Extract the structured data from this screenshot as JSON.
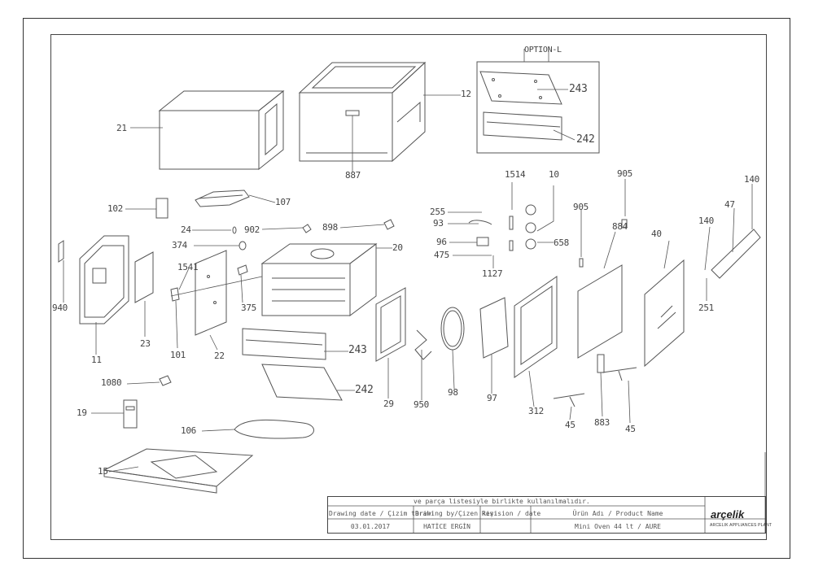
{
  "callouts": {
    "c21": "21",
    "c12": "12",
    "c887": "887",
    "c243a": "243",
    "c242a": "242",
    "c1514": "1514",
    "c10": "10",
    "c905a": "905",
    "c140a": "140",
    "c107": "107",
    "c102": "102",
    "c24": "24",
    "c902": "902",
    "c898": "898",
    "c374": "374",
    "c20": "20",
    "c255": "255",
    "c93": "93",
    "c96": "96",
    "c475": "475",
    "c1127": "1127",
    "c658": "658",
    "c905b": "905",
    "c884": "884",
    "c40": "40",
    "c47": "47",
    "c140b": "140",
    "c251": "251",
    "c940": "940",
    "c1541": "1541",
    "c375": "375",
    "c23": "23",
    "c101": "101",
    "c22": "22",
    "c11": "11",
    "c243b": "243",
    "c242b": "242",
    "c1080": "1080",
    "c29": "29",
    "c950": "950",
    "c98": "98",
    "c97": "97",
    "c312": "312",
    "c45a": "45",
    "c883": "883",
    "c45b": "45",
    "c19": "19",
    "c106": "106",
    "c15": "15",
    "option": "OPTION-L"
  },
  "title_block": {
    "note": "ve parça listesiyle birlikte kullanılmalıdır.",
    "drawing_date_label": "Drawing date / Çizim tarihi",
    "drawing_by_label": "Drawing by/Çizen kişi",
    "revision_label": "Revision / date",
    "product_label": "Ürün Adı / Product Name",
    "drawing_date": "03.01.2017",
    "drawing_by": "HATİCE ERGİN",
    "product_name": "Mini Oven 44 lt / AURE",
    "brand": "arçelik",
    "brand_sub": "ARCELIK APPLIANCES PLANT"
  }
}
